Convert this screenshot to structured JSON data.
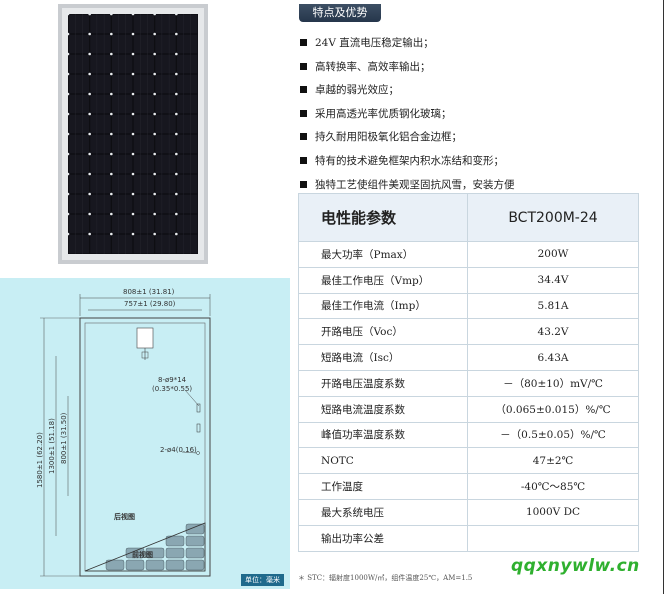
{
  "features_header": "特点及优势",
  "features": [
    "24V 直流电压稳定输出；",
    "高转换率、高效率输出；",
    "卓越的弱光效应；",
    "采用高透光率优质钢化玻璃；",
    "持久耐用阳极氧化铝合金边框；",
    "特有的技术避免框架内积水冻结和变形；",
    "独特工艺使组件美观坚固抗风雪，安装方便"
  ],
  "spec_table": {
    "header_param": "电性能参数",
    "header_model": "BCT200M-24",
    "rows": [
      {
        "param": "最大功率（Pmax）",
        "value": "200W"
      },
      {
        "param": "最佳工作电压（Vmp）",
        "value": "34.4V"
      },
      {
        "param": "最佳工作电流（Imp）",
        "value": "5.81A"
      },
      {
        "param": "开路电压（Voc）",
        "value": "43.2V"
      },
      {
        "param": "短路电流（Isc）",
        "value": "6.43A"
      },
      {
        "param": "开路电压温度系数",
        "value": "－（80±10）mV/℃"
      },
      {
        "param": "短路电流温度系数",
        "value": "（0.065±0.015）%/℃"
      },
      {
        "param": "峰值功率温度系数",
        "value": "－（0.5±0.05）%/℃"
      },
      {
        "param": "NOTC",
        "value": "47±2℃"
      },
      {
        "param": "工作温度",
        "value": "-40℃～85℃"
      },
      {
        "param": "最大系统电压",
        "value": "1000V DC"
      },
      {
        "param": "输出功率公差",
        "value": ""
      }
    ]
  },
  "drawing": {
    "dim_width_outer": "808±1 (31.81)",
    "dim_width_inner": "757±1 (29.80)",
    "dim_height_1": "1580±1 (62.20)",
    "dim_height_2": "1300±1 (51.18)",
    "dim_height_3": "800±1 (31.50)",
    "hole_spec_1": "8-ø9*14",
    "hole_spec_1b": "(0.35*0.55)",
    "hole_spec_2": "2-ø4(0.16)",
    "back_view": "后视图",
    "front_view": "前视图",
    "unit": "单位：毫米"
  },
  "footnote": "＊ STC：辐射度1000W/㎡，组件温度25℃，AM=1.5",
  "watermark": "qqxnywlw.cn",
  "colors": {
    "drawing_bg": "#c8eef4",
    "header_bg": "#2f4157",
    "table_header_bg": "#e9f0f7",
    "watermark": "#2fb02f"
  }
}
